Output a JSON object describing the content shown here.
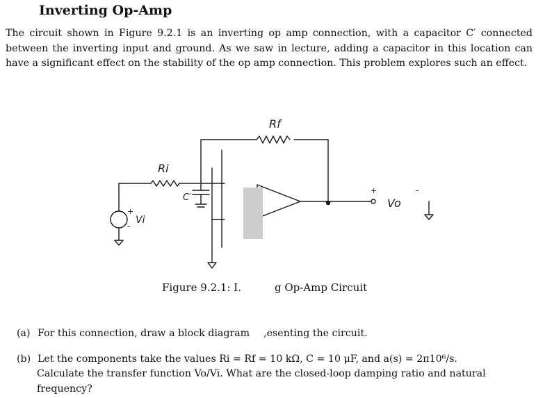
{
  "heading": "Inverting Op-Amp",
  "intro": "The circuit shown in Figure 9.2.1 is an inverting op amp connection, with a capacitor C′ connected between the inverting input and ground. As we saw in lecture, adding a capacitor in this location can have a significant effect on the stability of the op amp connection. This problem explores such an effect.",
  "circuit": {
    "labels": {
      "rf": "Rf",
      "ri": "Ri",
      "c_prime": "C′",
      "v_in": "Vi",
      "v_out": "Vo",
      "in_plus": "+",
      "in_minus": "-",
      "out_plus": "+",
      "out_minus": "-"
    },
    "colors": {
      "ink": "#1a1a1a",
      "occluder": "#cdcdcd"
    }
  },
  "caption": {
    "left": "Figure 9.2.1: I.",
    "right": "g Op-Amp Circuit"
  },
  "questions": [
    {
      "label": "(a)",
      "text": "For this connection, draw a block diagram",
      "tail": ",esenting the circuit."
    },
    {
      "label": "(b)",
      "text": "Let the components take the values Ri = Rf = 10 kΩ, C = 10 μF, and a(s) = 2π10⁶/s.",
      "cont": "Calculate the transfer function Vo/Vi. What are the closed-loop damping ratio and natural frequency?"
    }
  ]
}
